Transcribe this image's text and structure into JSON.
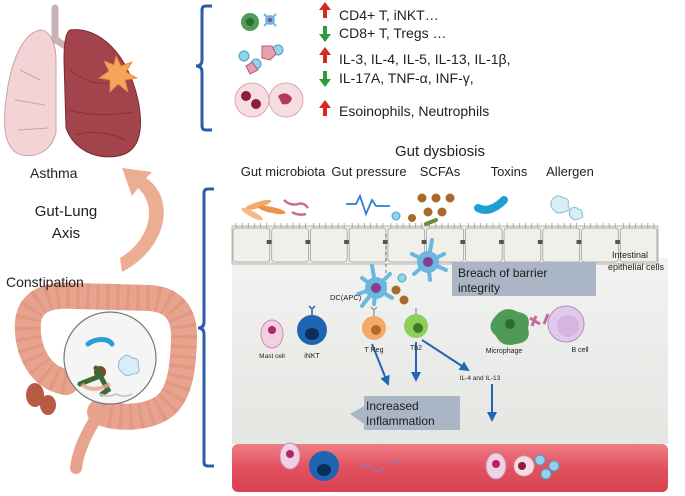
{
  "left": {
    "asthma": "Asthma",
    "axis_line1": "Gut-Lung",
    "axis_line2": "Axis",
    "constipation": "Constipation"
  },
  "immune_changes": {
    "up_t": "CD4+ T, iNKT…",
    "down_t": "CD8+ T, Tregs …",
    "up_cytokines": "IL-3, IL-4, IL-5, IL-13, IL-1β,",
    "down_cytokines": "IL-17A, TNF-α, INF-γ,",
    "up_granulocytes": "Esoinophils, Neutrophils"
  },
  "dysbiosis": {
    "title": "Gut dysbiosis",
    "factors": [
      "Gut microbiota",
      "Gut pressure",
      "SCFAs",
      "Toxins",
      "Allergen"
    ],
    "epithelium_label_1": "Intestinal",
    "epithelium_label_2": "epithelial cells",
    "breach_line1": "Breach of barrier",
    "breach_line2": "integrity",
    "dc_label": "DC(APC)",
    "mast_label": "Mast cell",
    "inkt_label": "iNKT",
    "treg_label": "T Reg",
    "th2_label": "Th2",
    "microphage_label": "Microphage",
    "bcell_label": "B cell",
    "il_label": "IL-4 and IL-13",
    "inflam_line1": "Increased",
    "inflam_line2": "Inflammation"
  },
  "colors": {
    "bracket": "#2e5ca8",
    "up_arrow": "#d9281f",
    "down_arrow": "#2f9a3c",
    "flow_arrow": "#2366b8",
    "lung_right": "#9e3b43",
    "lung_left": "#f0c9cc",
    "gut": "#e9a48e",
    "vessel": "#e85c6a",
    "label_box": "#aab6c6"
  }
}
